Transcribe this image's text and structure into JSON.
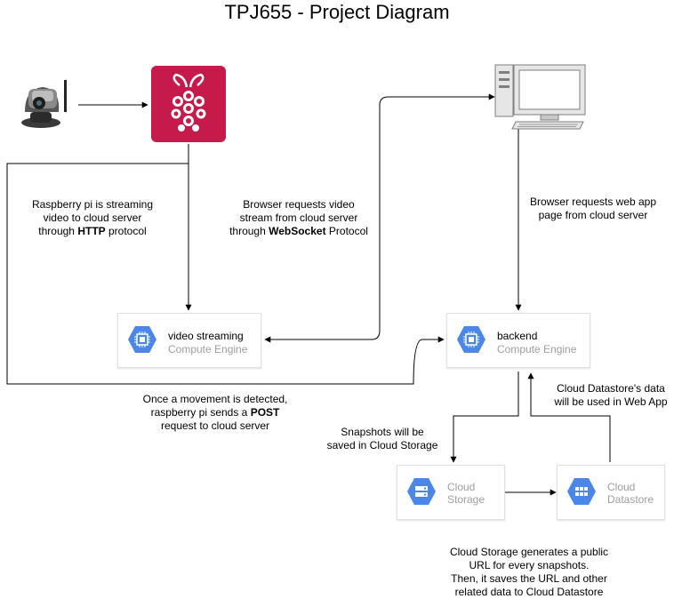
{
  "title": "TPJ655 - Project Diagram",
  "nodes": {
    "video_streaming": {
      "name": "video streaming",
      "type": "Compute Engine"
    },
    "backend": {
      "name": "backend",
      "type": "Compute Engine"
    },
    "cloud_storage": {
      "line1": "Cloud",
      "line2": "Storage"
    },
    "cloud_datastore": {
      "line1": "Cloud",
      "line2": "Datastore"
    }
  },
  "labels": {
    "rpi_stream": {
      "l1": "Raspberry pi is streaming",
      "l2": "video to cloud server",
      "l3_pre": "through ",
      "l3_bold": "HTTP",
      "l3_post": " protocol"
    },
    "browser_video": {
      "l1": "Browser requests video",
      "l2": "stream from cloud server",
      "l3_pre": "through ",
      "l3_bold": "WebSocket",
      "l3_post": " Protocol"
    },
    "browser_page": {
      "l1": "Browser requests web app",
      "l2": "page from cloud server"
    },
    "movement": {
      "l1": "Once a movement is detected,",
      "l2_pre": "raspberry pi sends a ",
      "l2_bold": "POST",
      "l3": "request to cloud server"
    },
    "snapshots": {
      "l1": "Snapshots will be",
      "l2": "saved in Cloud Storage"
    },
    "datastore_usage": {
      "l1": "Cloud Datastore's data",
      "l2": "will be used in Web App"
    },
    "storage_note": {
      "l1": "Cloud Storage generates a public",
      "l2": "URL for every snapshots.",
      "l3": "Then, it saves the URL and other",
      "l4": "related data to Cloud Datastore"
    }
  },
  "icons": {
    "camera": "ip-camera-icon",
    "raspberry": "raspberry-pi-icon",
    "computer": "desktop-computer-icon",
    "compute_engine": "compute-engine-chip-icon",
    "storage": "cloud-storage-icon",
    "datastore": "cloud-datastore-icon"
  },
  "colors": {
    "gcp_blue": "#4a87e8",
    "raspberry_red": "#c51a4a",
    "arrow": "#000000"
  }
}
